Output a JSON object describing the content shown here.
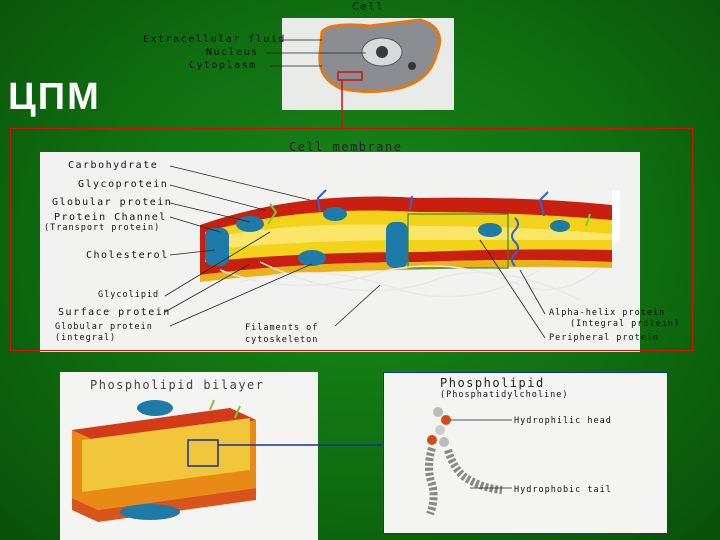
{
  "slide": {
    "title": "ЦПМ"
  },
  "cell": {
    "title": "Cell",
    "labels": [
      "Extracellular fluid",
      "Nucleus",
      "Cytoplasm"
    ]
  },
  "membrane": {
    "title": "Cell membrane",
    "left_labels": {
      "carbohydrate": "Carbohydrate",
      "glycoprotein": "Glycoprotein",
      "globular_protein": "Globular protein",
      "protein_channel": "Protein Channel",
      "transport_protein": "(Transport protein)",
      "cholesterol": "Cholesterol",
      "glycolipid": "Glycolipid",
      "surface_protein": "Surface protein",
      "globular_integral": "Globular protein",
      "integral": "(integral)"
    },
    "bottom_labels": {
      "filaments": "Filaments of",
      "cytoskeleton": "cytoskeleton"
    },
    "right_labels": {
      "alpha_helix": "Alpha-helix protein",
      "integral_protein": "(Integral protein)",
      "peripheral": "Peripheral protein"
    }
  },
  "bilayer": {
    "title": "Phospholipid bilayer"
  },
  "phospholipid": {
    "title": "Phospholipid",
    "subtitle": "(Phosphatidylcholine)",
    "head": "Hydrophilic head",
    "tail": "Hydrophobic tail"
  },
  "colors": {
    "background": "#127c12",
    "frame_red": "#d01010",
    "frame_blue": "#1530a0",
    "membrane_red": "#c81f10",
    "membrane_yellow": "#f3d21a",
    "protein_blue": "#1e7aa6"
  }
}
